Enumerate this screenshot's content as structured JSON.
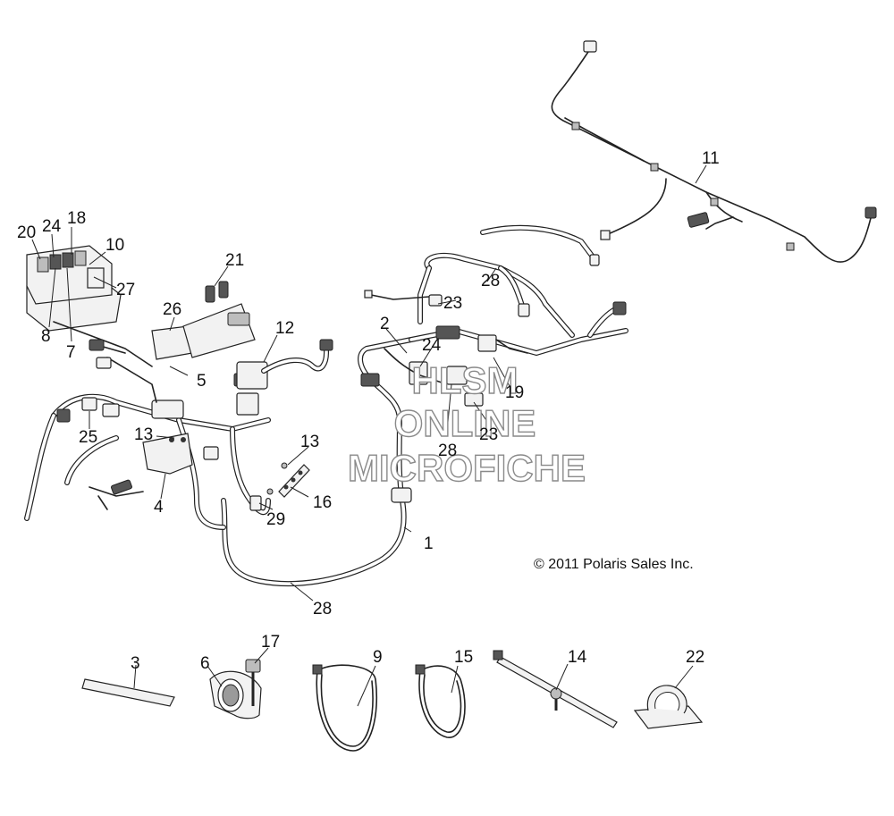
{
  "copyright": "© 2011 Polaris Sales Inc.",
  "watermark": {
    "line1": "HLSM",
    "line2": "ONLINE",
    "line3": "MICROFICHE"
  },
  "callouts": {
    "c1": "1",
    "c2": "2",
    "c3": "3",
    "c4": "4",
    "c5": "5",
    "c6": "6",
    "c7": "7",
    "c8": "8",
    "c9": "9",
    "c10": "10",
    "c11": "11",
    "c12": "12",
    "c13a": "13",
    "c13b": "13",
    "c14": "14",
    "c15": "15",
    "c16": "16",
    "c17": "17",
    "c18": "18",
    "c19": "19",
    "c20": "20",
    "c21": "21",
    "c22": "22",
    "c23a": "23",
    "c23b": "23",
    "c24a": "24",
    "c24b": "24",
    "c25": "25",
    "c26": "26",
    "c27": "27",
    "c28a": "28",
    "c28b": "28",
    "c28c": "28",
    "c29": "29"
  }
}
